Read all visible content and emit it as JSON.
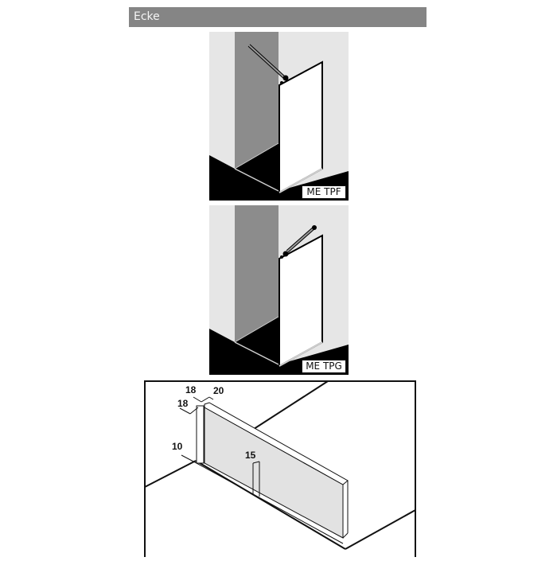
{
  "header": {
    "title": "Ecke"
  },
  "figures": [
    {
      "label": "ME TPF",
      "description": "walk-in shower panel in corner with wall stabilizer bar to back wall"
    },
    {
      "label": "ME TPG",
      "description": "walk-in shower panel in corner with angled stabilizer bar"
    }
  ],
  "dimensions": {
    "top_width_a": "18",
    "top_depth": "18",
    "top_width_b": "20",
    "bottom_offset": "10",
    "floor_gap": "15"
  },
  "colors": {
    "header_bg": "#858585",
    "wall_dark": "#8c8c8c",
    "wall_light": "#e6e6e6",
    "floor": "#000000",
    "glass": "#ffffff",
    "panel_fill": "#e2e2e2"
  }
}
